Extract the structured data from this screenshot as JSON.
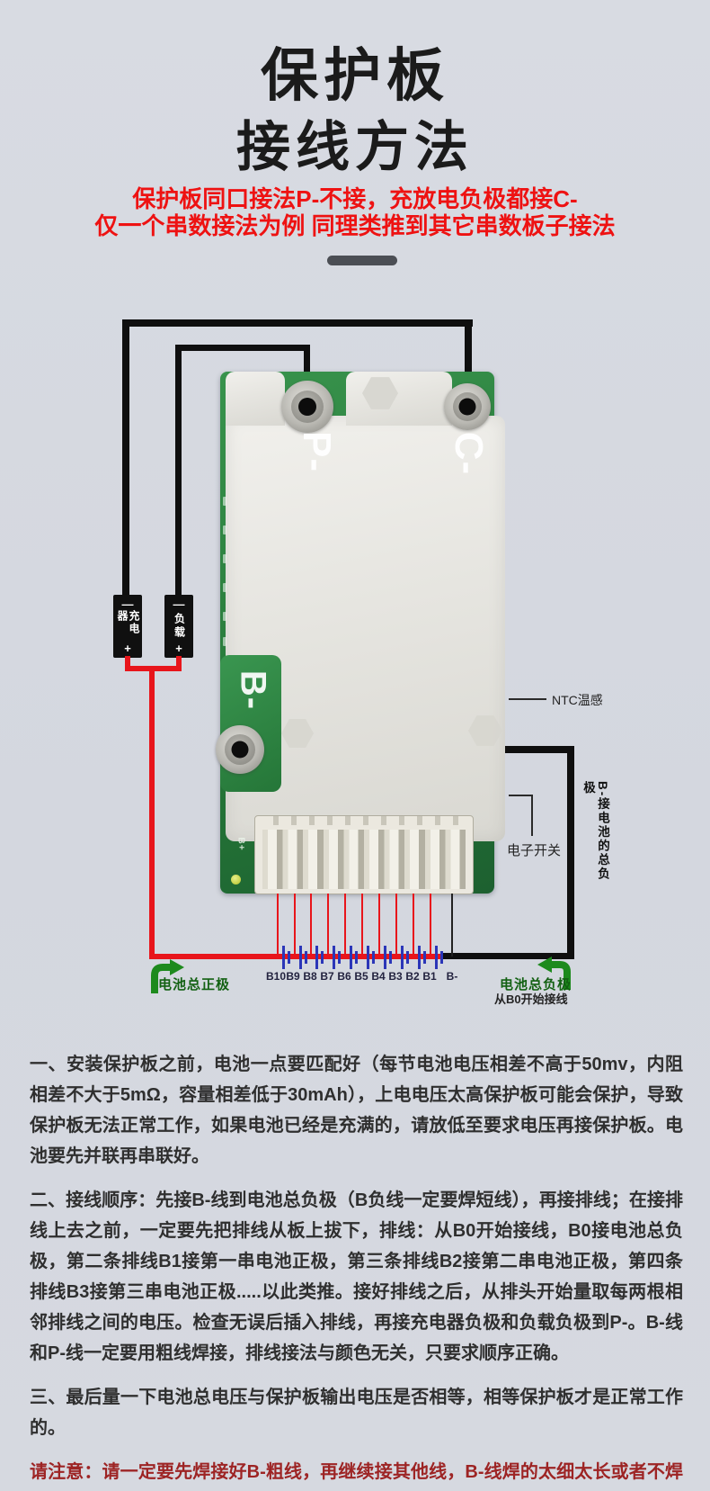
{
  "header": {
    "title_line1": "保护板",
    "title_line2": "接线方法",
    "subtitle_line1": "保护板同口接法P-不接，充放电负极都接C-",
    "subtitle_line2": "仅一个串数接法为例 同理类推到其它串数板子接法",
    "subtitle_color": "#ee1212"
  },
  "diagram": {
    "board_labels": {
      "p_minus": "P-",
      "c_minus": "C-",
      "b_minus": "B-",
      "silkscreen_bplus": "B+"
    },
    "charger_box": {
      "minus": "—",
      "label": "充电器",
      "plus": "+"
    },
    "load_box": {
      "minus": "—",
      "label": "负载",
      "plus": "+"
    },
    "callouts": {
      "ntc": "NTC温感",
      "electronic_switch": "电子开关",
      "b_minus_note": "B-接电池的总负极",
      "battery_positive": "电池总正极",
      "battery_negative": "电池总负极",
      "battery_negative_sub": "从B0开始接线"
    },
    "pin_labels": [
      "B10",
      "B9",
      "B8",
      "B7",
      "B6",
      "B5",
      "B4",
      "B3",
      "B2",
      "B1",
      "B-"
    ],
    "colors": {
      "wire_black": "#0f0f0f",
      "wire_red": "#e8151b",
      "battery_cell_blue": "#2b36b8",
      "green_label": "#136113",
      "arrow_green": "#1d8a1d",
      "pcb_green": "#237236"
    }
  },
  "instructions": {
    "paragraphs": [
      {
        "text": "一、安装保护板之前，电池一点要匹配好（每节电池电压相差不高于50mv，内阻相差不大于5mΩ，容量相差低于30mAh），上电电压太高保护板可能会保护，导致保护板无法正常工作，如果电池已经是充满的，请放低至要求电压再接保护板。电池要先并联再串联好。"
      },
      {
        "text": "二、接线顺序：先接B-线到电池总负极（B负线一定要焊短线），再接排线；在接排线上去之前，一定要先把排线从板上拔下，排线：从B0开始接线，B0接电池总负极，第二条排线B1接第一串电池正极，第三条排线B2接第二串电池正极，第四条排线B3接第三串电池正极.....以此类推。接好排线之后，从排头开始量取每两根相邻排线之间的电压。检查无误后插入排线，再接充电器负极和负载负极到P-。B-线和P-线一定要用粗线焊接，排线接法与颜色无关，只要求顺序正确。"
      },
      {
        "text": "三、最后量一下电池总电压与保护板输出电压是否相等，相等保护板才是正常工作的。"
      }
    ],
    "note": "请注意：请一定要先焊接好B-粗线，再继续接其他线，B-线焊的太细太长或者不焊会烧板！B-必须焊接粗短线！"
  }
}
